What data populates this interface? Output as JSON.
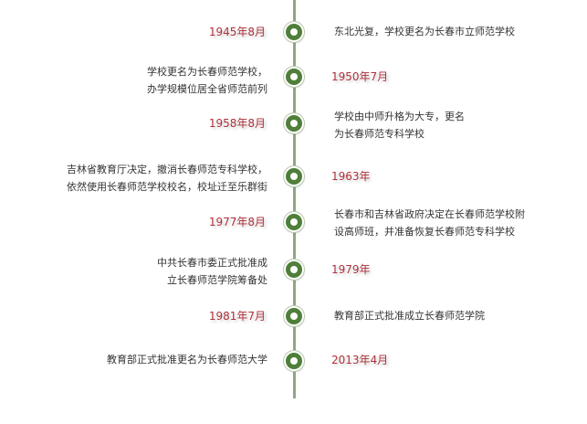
{
  "timeline": {
    "events": [
      {
        "date": "1945年8月",
        "lines": [
          "东北光复，学校更名为长春市立师范学校"
        ]
      },
      {
        "date": "1950年7月",
        "lines": [
          "学校更名为长春师范学校，",
          "办学规模位居全省师范前列"
        ]
      },
      {
        "date": "1958年8月",
        "lines": [
          "学校由中师升格为大专，更名",
          "为长春师范专科学校"
        ]
      },
      {
        "date": "1963年",
        "lines": [
          "吉林省教育厅决定，撤消长春师范专科学校，",
          "依然使用长春师范学校校名，校址迁至乐群街"
        ]
      },
      {
        "date": "1977年8月",
        "lines": [
          "长春市和吉林省政府决定在长春师范学校附",
          "设高师班，并准备恢复长春师范专科学校"
        ]
      },
      {
        "date": "1979年",
        "lines": [
          "中共长春市委正式批准成",
          "立长春师范学院筹备处"
        ]
      },
      {
        "date": "1981年7月",
        "lines": [
          "教育部正式批准成立长春师范学院"
        ]
      },
      {
        "date": "2013年4月",
        "lines": [
          "教育部正式批准更名为长春师范大学"
        ]
      }
    ]
  }
}
